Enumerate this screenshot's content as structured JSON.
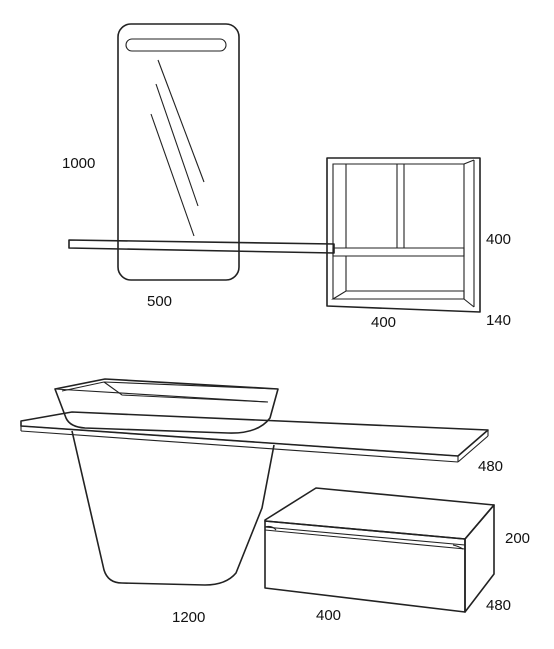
{
  "dimensions": {
    "mirror_height": "1000",
    "mirror_width": "500",
    "shelf_height": "400",
    "shelf_width": "400",
    "shelf_depth": "140",
    "top_depth": "480",
    "drawer_height": "200",
    "drawer_depth": "480",
    "top_width": "1200",
    "drawer_width": "400"
  }
}
